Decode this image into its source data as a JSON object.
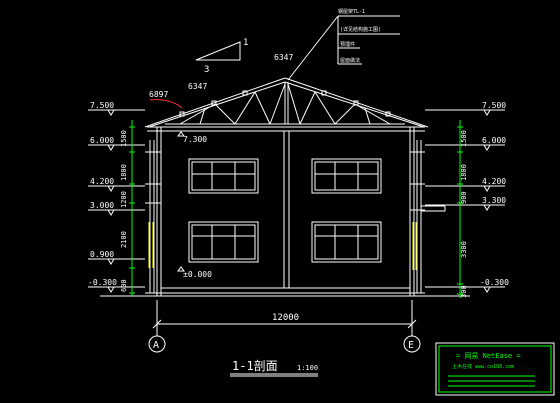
{
  "drawing": {
    "title": "1-1剖面",
    "scale": "1:100",
    "overall_dim": "12000",
    "axes": [
      "A",
      "E"
    ],
    "levels_left": [
      "7.500",
      "6.000",
      "4.200",
      "3.000",
      "0.900",
      "-0.300"
    ],
    "levels_right": [
      "7.500",
      "6.000",
      "4.200",
      "3.300",
      "-0.300"
    ],
    "dims_left": [
      "1500",
      "1800",
      "1200",
      "2100",
      "600"
    ],
    "dims_right": [
      "1500",
      "1800",
      "900",
      "3300",
      "300"
    ],
    "interior_levels": [
      "7.300",
      "±0.000"
    ],
    "slope": {
      "rise": "1",
      "run": "3"
    },
    "roof_dims": [
      "6347",
      "6897",
      "6347"
    ],
    "callout_lines": [
      "钢屋架TL-1",
      "(详见结构施工图)",
      "预埋件",
      "屋面做法"
    ],
    "stamp": {
      "line1": "= 网易 NetEase =",
      "line2": "土木在线 www.co188.com"
    }
  },
  "colors": {
    "background": "#000000",
    "line": "#ffffff",
    "dim": "#00ff00",
    "stamp": "#00ff00",
    "highlight_red": "#ff3030",
    "glazing": "#ffff00",
    "axis": "#00ffff"
  }
}
